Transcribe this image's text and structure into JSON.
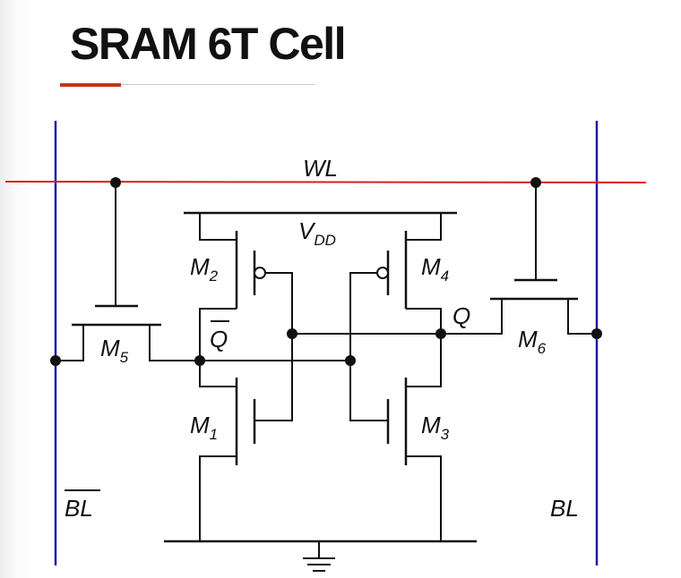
{
  "title": "SRAM 6T Cell",
  "colors": {
    "word_line": "#d62020",
    "bit_line": "#1a1aa8",
    "accent": "#c0391b"
  },
  "labels": {
    "wl": "WL",
    "vdd_main": "V",
    "vdd_sub": "DD",
    "bl_bar": "BL",
    "bl": "BL",
    "q": "Q",
    "q_bar": "Q",
    "m1_main": "M",
    "m1_sub": "1",
    "m2_main": "M",
    "m2_sub": "2",
    "m3_main": "M",
    "m3_sub": "3",
    "m4_main": "M",
    "m4_sub": "4",
    "m5_main": "M",
    "m5_sub": "5",
    "m6_main": "M",
    "m6_sub": "6"
  },
  "icons": {
    "ground": "ground-symbol-icon",
    "pmos_bubble": "inversion-bubble-icon"
  }
}
